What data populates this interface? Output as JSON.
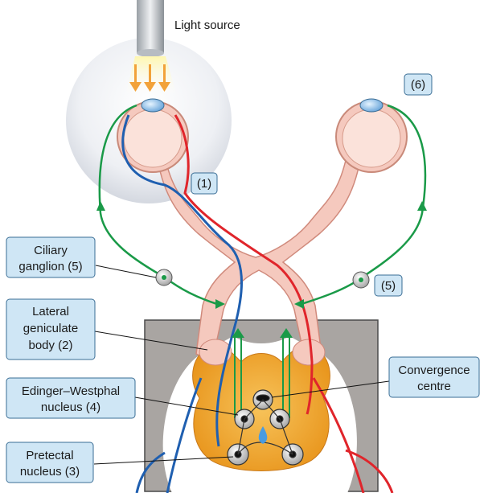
{
  "labels": {
    "light_source": "Light source",
    "one": "(1)",
    "six": "(6)",
    "five": "(5)",
    "ciliary_ganglion": [
      "Ciliary",
      "ganglion (5)"
    ],
    "lgb": [
      "Lateral",
      "geniculate",
      "body (2)"
    ],
    "edinger": [
      "Edinger–Westphal",
      "nucleus (4)"
    ],
    "pretectal": [
      "Pretectal",
      "nucleus (3)"
    ],
    "convergence": [
      "Convergence",
      "centre"
    ]
  },
  "colors": {
    "pathway_blue": "#1f5fb0",
    "pathway_red": "#e0252b",
    "pathway_green": "#1a9a48",
    "label_fill": "#cfe6f5",
    "label_stroke": "#3a6d95",
    "eye_fill": "#f5c9be",
    "brainstem": "#f3a62a",
    "background_box": "#a9a5a2"
  }
}
